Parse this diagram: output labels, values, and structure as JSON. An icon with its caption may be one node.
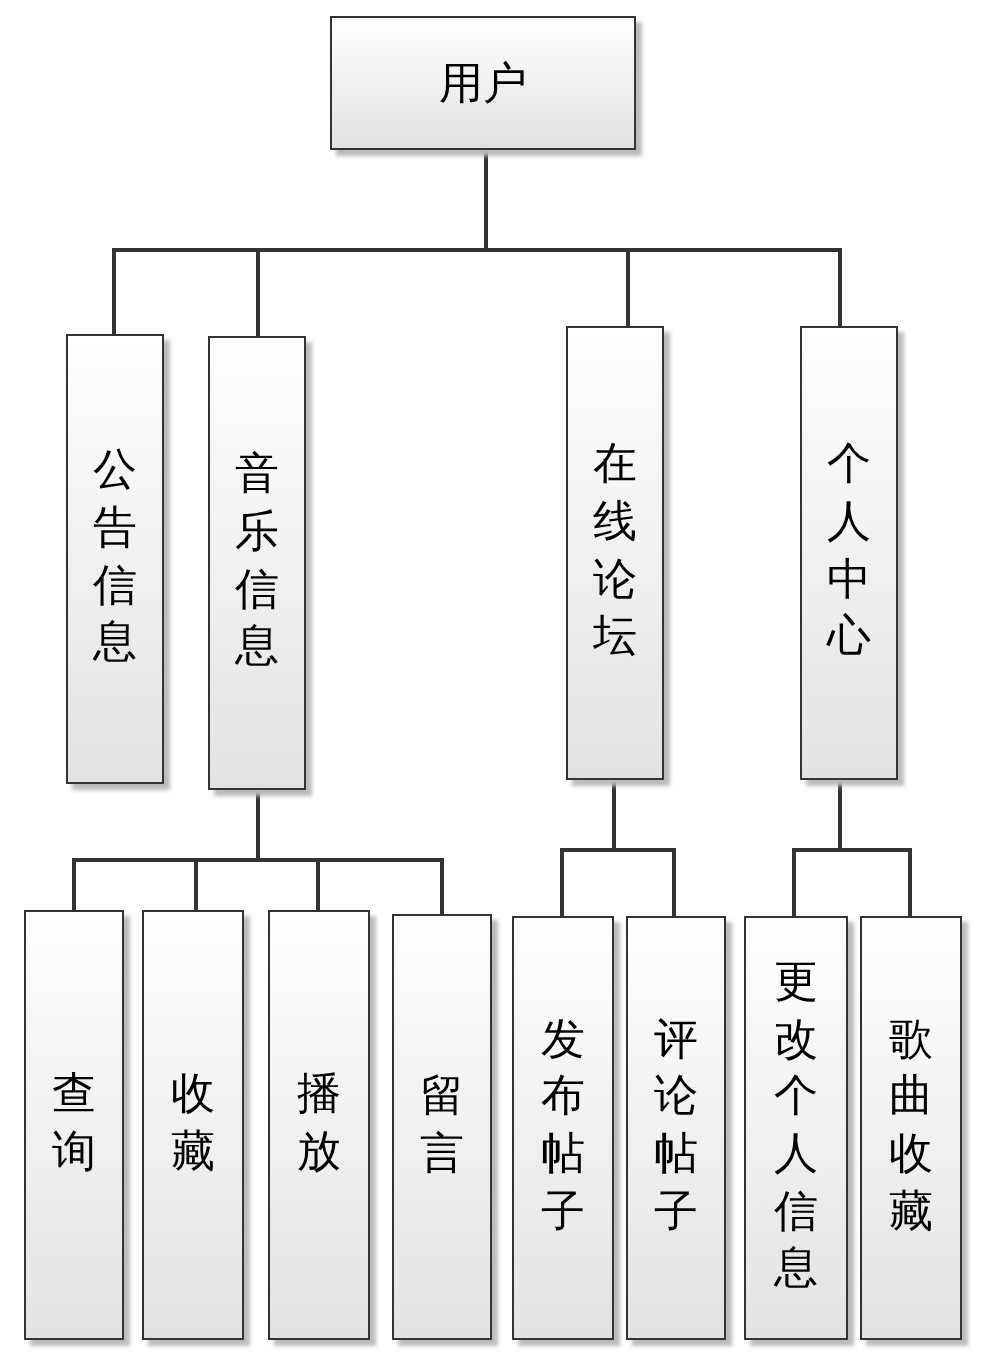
{
  "diagram": {
    "nodes": [
      {
        "text": [
          "用户"
        ]
      },
      {
        "text": [
          "公告信息"
        ]
      },
      {
        "text": [
          "音乐信息"
        ]
      },
      {
        "text": [
          "在线论坛"
        ]
      },
      {
        "text": [
          "个人中心"
        ]
      },
      {
        "text": [
          "查询"
        ]
      },
      {
        "text": [
          "收藏"
        ]
      },
      {
        "text": [
          "播放"
        ]
      },
      {
        "text": [
          "留言"
        ]
      },
      {
        "text": [
          "发布帖子"
        ]
      },
      {
        "text": [
          "评论帖子"
        ]
      },
      {
        "text": [
          "更改个人信息"
        ]
      },
      {
        "text": [
          "歌曲收藏"
        ]
      }
    ],
    "edges": [
      {
        "from": 0,
        "to": 1,
        "arrow": "none"
      },
      {
        "from": 0,
        "to": 2,
        "arrow": "none"
      },
      {
        "from": 0,
        "to": 3,
        "arrow": "none"
      },
      {
        "from": 0,
        "to": 4,
        "arrow": "none"
      },
      {
        "from": 2,
        "to": 5,
        "arrow": "none"
      },
      {
        "from": 2,
        "to": 6,
        "arrow": "none"
      },
      {
        "from": 2,
        "to": 7,
        "arrow": "none"
      },
      {
        "from": 2,
        "to": 8,
        "arrow": "none"
      },
      {
        "from": 3,
        "to": 9,
        "arrow": "none"
      },
      {
        "from": 3,
        "to": 10,
        "arrow": "none"
      },
      {
        "from": 4,
        "to": 11,
        "arrow": "none"
      },
      {
        "from": 4,
        "to": 12,
        "arrow": "none"
      }
    ]
  }
}
